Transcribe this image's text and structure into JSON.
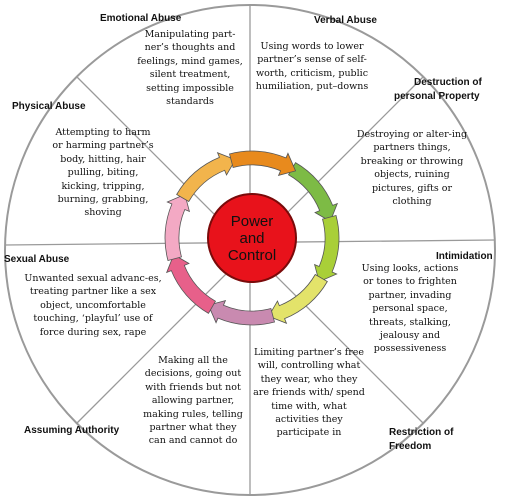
{
  "center": {
    "line1": "Power",
    "line2": "and",
    "line3": "Control"
  },
  "sections": {
    "emotional": {
      "title": "Emotional Abuse",
      "text": "Manipulating part-ner’s thoughts and feelings, mind games, silent treatment, setting impossible standards"
    },
    "verbal": {
      "title": "Verbal Abuse",
      "text": "Using words to lower partner’s sense of self-worth, criticism, public humiliation, put–downs"
    },
    "property": {
      "title_line1": "Destruction of",
      "title_line2": "personal Property",
      "text": "Destroying or alter-ing partners things, breaking or throwing objects, ruining pictures, gifts or clothing"
    },
    "intimidation": {
      "title": "Intimidation",
      "text": "Using looks, actions or tones to frighten partner, invading personal space, threats, stalking, jealousy and possessiveness"
    },
    "freedom": {
      "title_line1": "Restriction of",
      "title_line2": "Freedom",
      "text": "Limiting partner’s free will, controlling what they wear, who they are friends with/ spend time with, what activities they participate in"
    },
    "authority": {
      "title": "Assuming Authority",
      "text": "Making all the decisions, going out with friends but not allowing partner, making rules, telling partner what they can and cannot do"
    },
    "sexual": {
      "title": "Sexual Abuse",
      "text": "Unwanted sexual advanc-es, treating partner like a sex object, uncomfortable touching, ‘playful’ use of force during sex, rape"
    },
    "physical": {
      "title": "Physical Abuse",
      "text": "Attempting to harm or harming partner’s body, hitting, hair pulling, biting, kicking, tripping, burning, grabbing, shoving"
    }
  },
  "colors": {
    "center_fill": "#e8121b",
    "outline": "#9a9a9a",
    "arrow_colors": [
      "#7dbb45",
      "#a9cf38",
      "#e3e36a",
      "#c98ab0",
      "#e7608a",
      "#f3a9c4",
      "#f2b44c",
      "#e88a1d"
    ]
  }
}
